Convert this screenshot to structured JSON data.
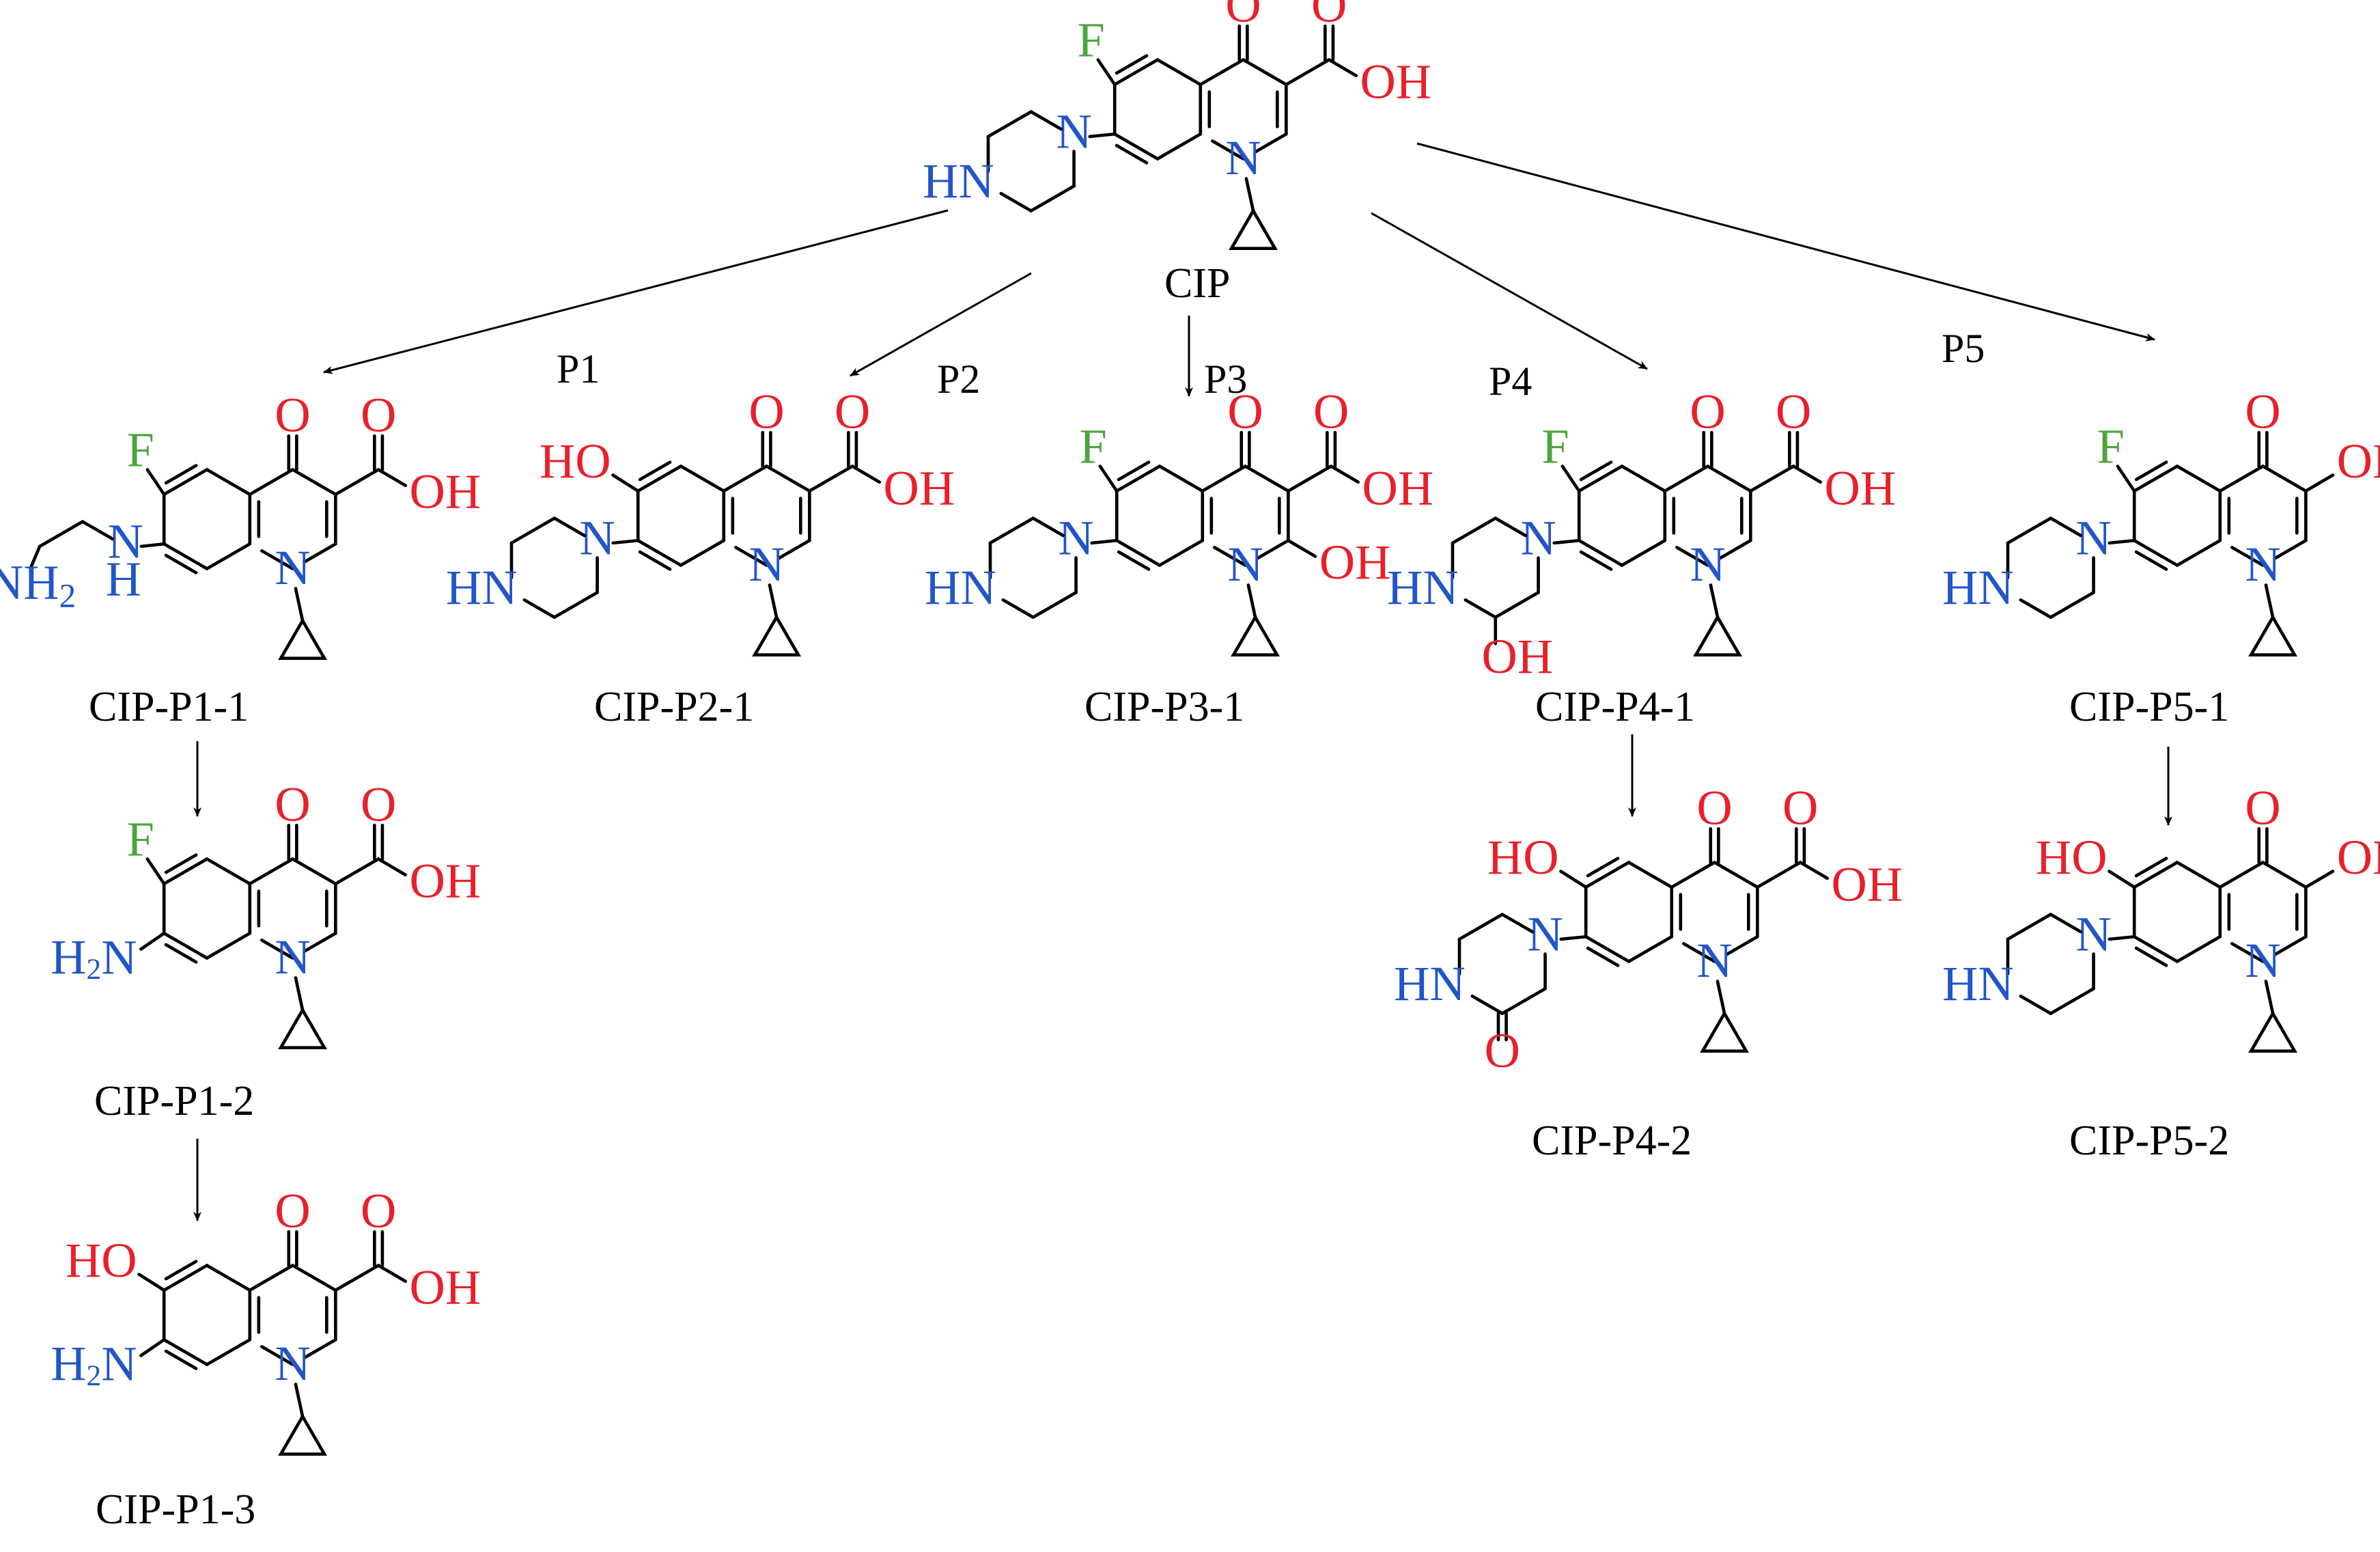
{
  "colors": {
    "oxygen": "#e8202a",
    "nitrogen": "#2155c9",
    "fluorine": "#4aa63a",
    "bond": "#000000"
  },
  "parent": {
    "name": "CIP"
  },
  "pathways": [
    "P1",
    "P2",
    "P3",
    "P4",
    "P5"
  ],
  "products": [
    {
      "id": "CIP-P1-1"
    },
    {
      "id": "CIP-P1-2"
    },
    {
      "id": "CIP-P1-3"
    },
    {
      "id": "CIP-P2-1"
    },
    {
      "id": "CIP-P3-1"
    },
    {
      "id": "CIP-P4-1"
    },
    {
      "id": "CIP-P4-2"
    },
    {
      "id": "CIP-P5-1"
    },
    {
      "id": "CIP-P5-2"
    }
  ],
  "atom_labels": {
    "O": "O",
    "OH": "OH",
    "HO": "HO",
    "F": "F",
    "N": "N",
    "H": "H",
    "HN": "HN",
    "NH2": "NH",
    "H2N": "H",
    "sub2": "2",
    "N_only": "N"
  }
}
